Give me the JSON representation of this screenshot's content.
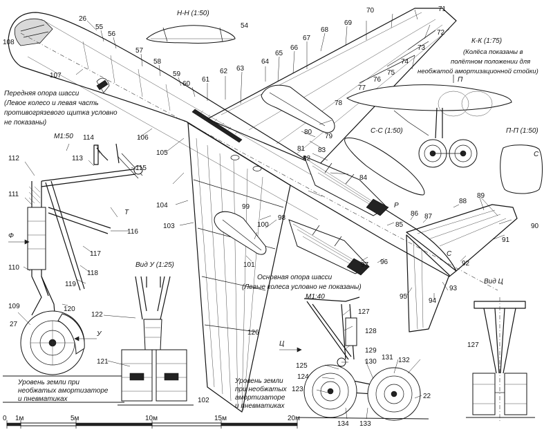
{
  "section_titles": {
    "hh": "Н-Н (1:50)",
    "kk": "К-К (1:75)",
    "kk_note_1": "(Колёса показаны в",
    "kk_note_2": "полётном положении для",
    "kk_note_3": "необжатой амортизационной стойки)",
    "cc": "С-С (1:50)",
    "pp": "П-П (1:50)",
    "view_u": "Вид У (1:25)",
    "view_ts": "Вид Ц"
  },
  "captions": {
    "nose_gear_1": "Передняя опора шасси",
    "nose_gear_2": "(Левое колесо и левая часть",
    "nose_gear_3": "противогрязевого щитка условно",
    "nose_gear_4": "не показаны)",
    "nose_scale": "М1:50",
    "main_gear_1": "Основная опора шасси",
    "main_gear_2": "(Левые колеса условно не показаны)",
    "main_scale": "М1:40",
    "ground_1a": "Уровень земли при",
    "ground_1b": "необжатых амортизаторе",
    "ground_1c": "и пневматиках",
    "ground_2a": "Уровень земли",
    "ground_2b": "при необжатых",
    "ground_2c": "амортизаторе",
    "ground_2d": "и пневматиках"
  },
  "view_markers": {
    "t": "Т",
    "f": "Ф",
    "u": "У",
    "ts": "Ц",
    "p": "П",
    "r": "Р",
    "s": "С"
  },
  "scale_bar": {
    "labels": [
      "0",
      "1м",
      "5м",
      "10м",
      "15м",
      "20м"
    ]
  },
  "callouts": {
    "n22": "22",
    "n26": "26",
    "n27": "27",
    "n54": "54",
    "n55": "55",
    "n56": "56",
    "n57": "57",
    "n58": "58",
    "n59": "59",
    "n60": "60",
    "n61": "61",
    "n62": "62",
    "n63": "63",
    "n64": "64",
    "n65": "65",
    "n66": "66",
    "n67": "67",
    "n68": "68",
    "n69": "69",
    "n70": "70",
    "n71": "71",
    "n72": "72",
    "n73": "73",
    "n74": "74",
    "n75": "75",
    "n76": "76",
    "n77": "77",
    "n78": "78",
    "n79": "79",
    "n80": "80",
    "n81": "81",
    "n82": "82",
    "n83": "83",
    "n84": "84",
    "n85": "85",
    "n86": "86",
    "n87": "87",
    "n88": "88",
    "n89": "89",
    "n90": "90",
    "n91": "91",
    "n92": "92",
    "n93": "93",
    "n94": "94",
    "n95": "95",
    "n96": "96",
    "n97": "97",
    "n98": "98",
    "n99": "99",
    "n100": "100",
    "n101": "101",
    "n102": "102",
    "n103": "103",
    "n104": "104",
    "n105": "105",
    "n106": "106",
    "n107": "107",
    "n108": "108",
    "n109": "109",
    "n110": "110",
    "n111": "111",
    "n112": "112",
    "n113": "113",
    "n114": "114",
    "n115": "115",
    "n116": "116",
    "n117": "117",
    "n118": "118",
    "n119": "119",
    "n120": "120",
    "n121": "121",
    "n122": "122",
    "n123": "123",
    "n124": "124",
    "n125": "125",
    "n126": "126",
    "n127": "127",
    "n128": "128",
    "n129": "129",
    "n130": "130",
    "n131": "131",
    "n132": "132",
    "n133": "133",
    "n134": "134"
  }
}
